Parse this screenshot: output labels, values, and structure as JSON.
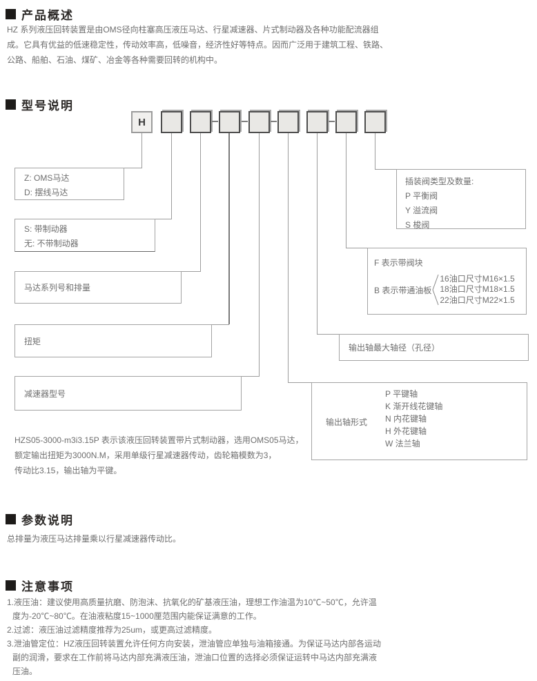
{
  "colors": {
    "heading_text": "#2c2927",
    "body_text": "#6e6e6e",
    "code_box_fill": "#e9e8e5",
    "code_box_border": "#4e4e4e",
    "leader_line": "#9c9c9c"
  },
  "overview": {
    "title": "产品概述",
    "lines": [
      "HZ 系列液压回转装置是由OMS径向柱塞高压液压马达、行星减速器、片式制动器及各种功能配流器组",
      "成。它具有优益的低速稳定性，传动效率高，低噪音，经济性好等特点。因而广泛用于建筑工程、铁路、",
      "公路、船舶、石油、煤矿、冶金等各种需要回转的机构中。"
    ]
  },
  "model": {
    "title": "型号说明",
    "prefix": "H",
    "labels": {
      "motor_type": {
        "line1": "Z: OMS马达",
        "line2": "D: 摆线马达"
      },
      "brake": {
        "line1": "S: 带制动器",
        "line2": "无: 不带制动器"
      },
      "motor_series": "马达系列号和排量",
      "torque": "扭矩",
      "reducer_model": "减速器型号",
      "cartridge_valve": {
        "title": "插装阀类型及数量:",
        "items": [
          "P 平衡阀",
          "Y 溢流阀",
          "S 梭阀"
        ]
      },
      "valve_block": {
        "line1": "F 表示带阀块",
        "line2": "B 表示带通油板",
        "options": [
          "16油口尺寸M16×1.5",
          "18油口尺寸M18×1.5",
          "22油口尺寸M22×1.5"
        ]
      },
      "shaft_diameter": "输出轴最大轴径（孔径）",
      "shaft_form": {
        "label": "输出轴形式",
        "items": [
          "P 平键轴",
          "K 渐开线花键轴",
          "N 内花键轴",
          "H 外花键轴",
          "W 法兰轴"
        ]
      }
    },
    "example_lines": [
      "HZS05-3000-m3i3.15P 表示该液压回转装置带片式制动器，选用OMS05马达，",
      "额定输出扭矩为3000N.M，采用单级行星减速器传动，齿轮箱模数为3，",
      "传动比3.15，输出轴为平键。"
    ]
  },
  "params": {
    "title": "参数说明",
    "text": "总排量为液压马达排量乘以行星减速器传动比。"
  },
  "notes": {
    "title": "注意事项",
    "lines": [
      {
        "text": "1.液压油：建议使用高质量抗磨、防泡沫、抗氧化的矿基液压油，理想工作油温为10℃~50℃，允许温"
      },
      {
        "text": "度为-20℃~80℃。在油液粘度15~1000厘范围内能保证满意的工作。"
      },
      {
        "text": "2.过滤：液压油过滤精度推荐为25um，或更高过滤精度。"
      },
      {
        "text": "3.泄油管定位：HZ液压回转装置允许任何方向安装，泄油管应单独与油箱接通。为保证马达内部各运动"
      },
      {
        "text": "副的润滑，要求在工作前将马达内部充满液压油，泄油口位置的选择必须保证运转中马达内部充满液"
      },
      {
        "text": "压油。"
      }
    ]
  }
}
